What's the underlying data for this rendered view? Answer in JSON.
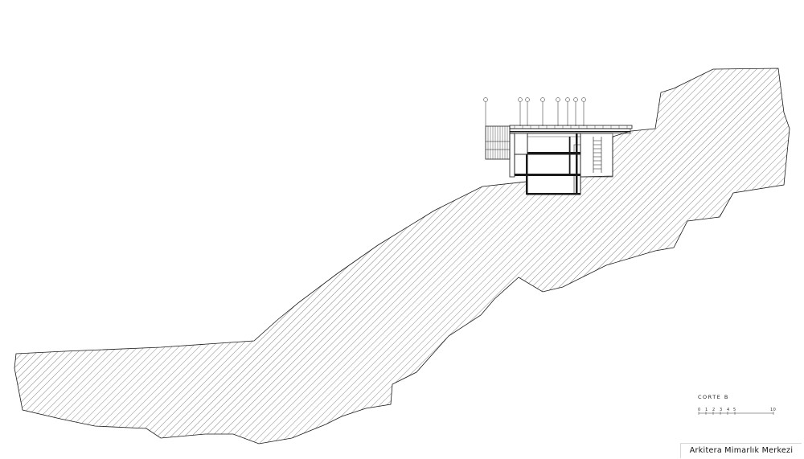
{
  "drawing": {
    "title": "CORTE B",
    "scale_ticks": [
      "0",
      "1",
      "2",
      "3",
      "4",
      "5",
      "10"
    ],
    "line_color": "#1a1a1a",
    "hatch_color": "#555555",
    "background_color": "#ffffff"
  },
  "watermark": {
    "text": "Arkitera Mimarlık Merkezi"
  }
}
